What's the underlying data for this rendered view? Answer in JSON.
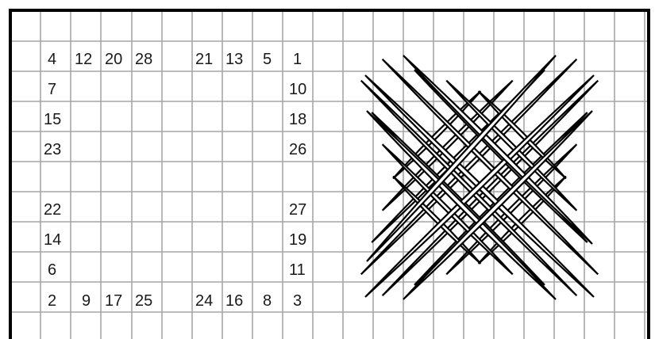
{
  "diagram": {
    "colors": {
      "frame": "#000000",
      "grid": "#a6a6a6",
      "numbers": "#1a1a1a",
      "stitch_fill": "#ffffff",
      "stitch_outline": "#000000"
    },
    "numbers": {
      "top_row": [
        "4",
        "12",
        "20",
        "28",
        "",
        "21",
        "13",
        "5",
        "1"
      ],
      "left_column": [
        "7",
        "15",
        "23",
        "",
        "22",
        "14",
        "6"
      ],
      "right_column": [
        "10",
        "18",
        "26",
        "",
        "27",
        "19",
        "11"
      ],
      "bottom_row": [
        "2",
        "9",
        "17",
        "25",
        "",
        "24",
        "16",
        "8",
        "3"
      ]
    },
    "stitch_motif": {
      "name": "diagonal woven square",
      "stitch_count": 28
    }
  }
}
